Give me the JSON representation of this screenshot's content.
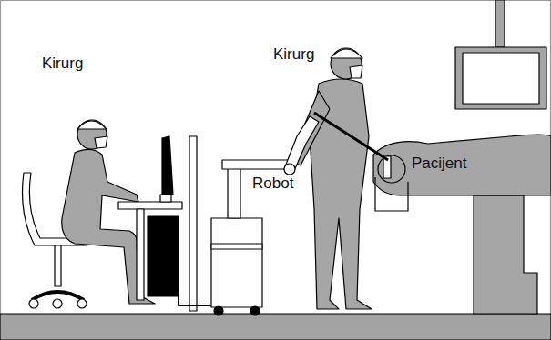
{
  "diagram": {
    "labels": [
      "Kirurg",
      "Kirurg",
      "Robot",
      "Pacijent"
    ]
  }
}
